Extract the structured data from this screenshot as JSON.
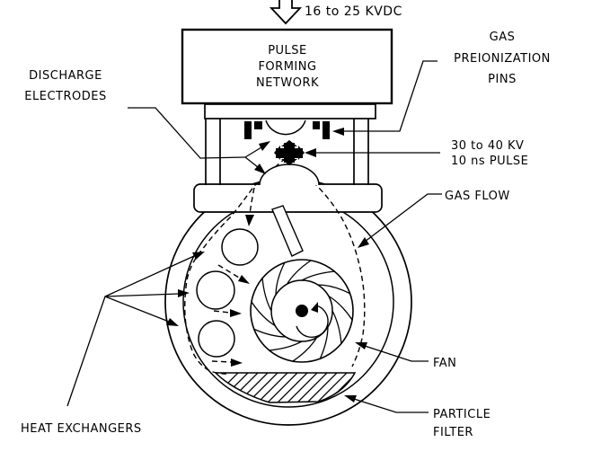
{
  "diagram": {
    "type": "laser-discharge-chamber-schematic",
    "background_color": "#ffffff",
    "line_color": "#000000"
  },
  "labels": {
    "supply": "16 to 25 KVDC",
    "pfn": [
      "PULSE",
      "FORMING",
      "NETWORK"
    ],
    "discharge": [
      "DISCHARGE",
      "ELECTRODES"
    ],
    "preionization": [
      "GAS",
      "PREIONIZATION",
      "PINS"
    ],
    "pulse": [
      "30 to 40 KV",
      "10 ns PULSE"
    ],
    "gas_flow": "GAS FLOW",
    "fan": "FAN",
    "particle_filter": [
      "PARTICLE",
      "FILTER"
    ],
    "heat_exchangers": "HEAT EXCHANGERS"
  }
}
